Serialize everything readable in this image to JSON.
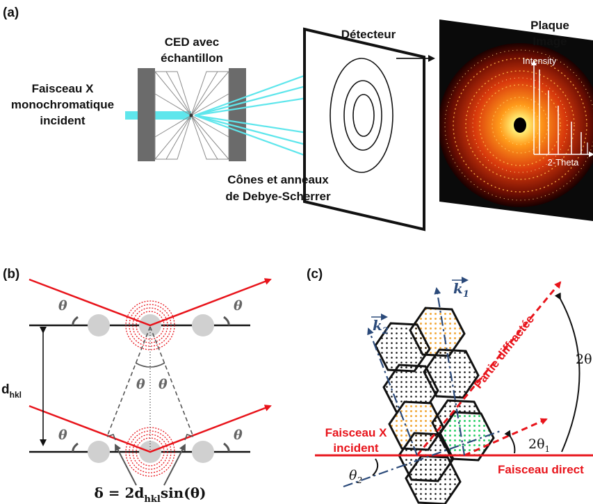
{
  "panel_a": {
    "tag": "(a)",
    "source_label": [
      "Faisceau X",
      "monochromatique",
      "incident"
    ],
    "cell_label": [
      "CED avec",
      "échantillon"
    ],
    "detector_label": "Détecteur",
    "plate_label": [
      "Plaque",
      "Image"
    ],
    "cones_label": [
      "Cônes et anneaux",
      "de Debye-Scherrer"
    ],
    "intensity_label": "Intensity",
    "theta_axis_label": "2-Theta",
    "colors": {
      "beam": "#5fe6ec",
      "anvil": "#6b6b6b",
      "plate_bg": "#0a0a0a"
    }
  },
  "panel_b": {
    "tag": "(b)",
    "theta": "θ",
    "spacing_label": "d",
    "spacing_sub": "hkl",
    "formula_delta": "δ = 2d",
    "formula_sub": "hkl",
    "formula_tail": "sin(θ)",
    "colors": {
      "ray": "#e8141b",
      "atom": "#d0d0d0"
    }
  },
  "panel_c": {
    "tag": "(c)",
    "k1_label": "k",
    "k1_sub": "1",
    "k2_label": "k",
    "k2_sub": "2",
    "diffracted_label": "Partie diffractée",
    "incident_label": [
      "Faisceau X",
      "incident"
    ],
    "direct_label": "Faisceau  direct",
    "angle_2theta1": "2θ",
    "angle_2theta1_sub": "1",
    "angle_theta2": "θ",
    "angle_theta2_sub": "2",
    "angle_2theta_cut": "2θ",
    "colors": {
      "beam": "#e8141b",
      "vector": "#2b4a7a",
      "grain_orange": "#f2a93b",
      "grain_green": "#2fd06a"
    }
  }
}
